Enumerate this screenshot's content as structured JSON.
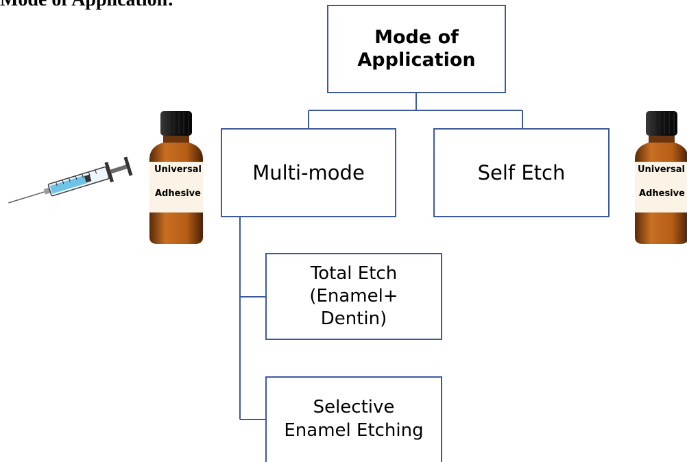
{
  "page_heading": "Mode of Application:",
  "diagram": {
    "root": "Mode of\nApplication",
    "level1": [
      "Multi-mode",
      "Self Etch"
    ],
    "multi_mode_children": [
      "Total Etch\n(Enamel+\nDentin)",
      "Selective\nEnamel Etching"
    ]
  },
  "illustrations": {
    "left_bottle": {
      "line1": "Universal",
      "line2": "Adhesive"
    },
    "right_bottle": {
      "line1": "Universal",
      "line2": "Adhesive"
    },
    "syringe_icon": "syringe-icon",
    "bottle_icon": "bottle-icon"
  },
  "colors": {
    "box_border": "#3b5a9a",
    "connector": "#3b5a9a",
    "text": "#000000",
    "bottle_amber": "#b9611c",
    "bottle_cap": "#1a1a1a",
    "syringe_liquid": "#6ec3e6"
  }
}
